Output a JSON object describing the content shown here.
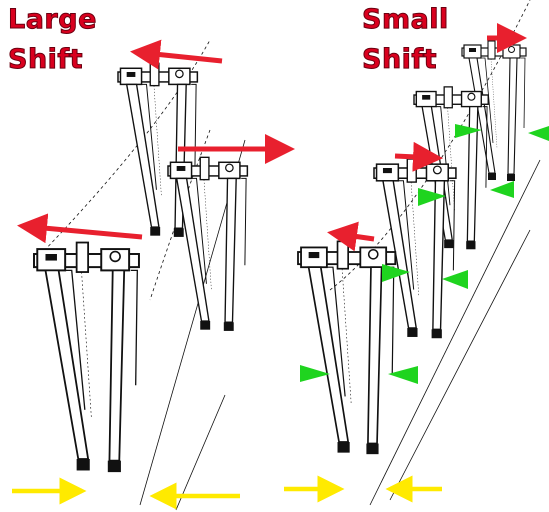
{
  "titles": {
    "large_line1": "Large",
    "large_line2": "Shift",
    "small_line1": "Small",
    "small_line2": "Shift"
  },
  "colors": {
    "title": "#d9001e",
    "shift_arrow": "#e8202e",
    "contact_arrow": "#ffea00",
    "marker": "#1fd41f",
    "drawing": "#111111"
  },
  "icons": {
    "shift_arrow": "red-arrow-icon",
    "contact_arrow": "yellow-arrow-icon",
    "marker": "green-triangle-icon"
  }
}
